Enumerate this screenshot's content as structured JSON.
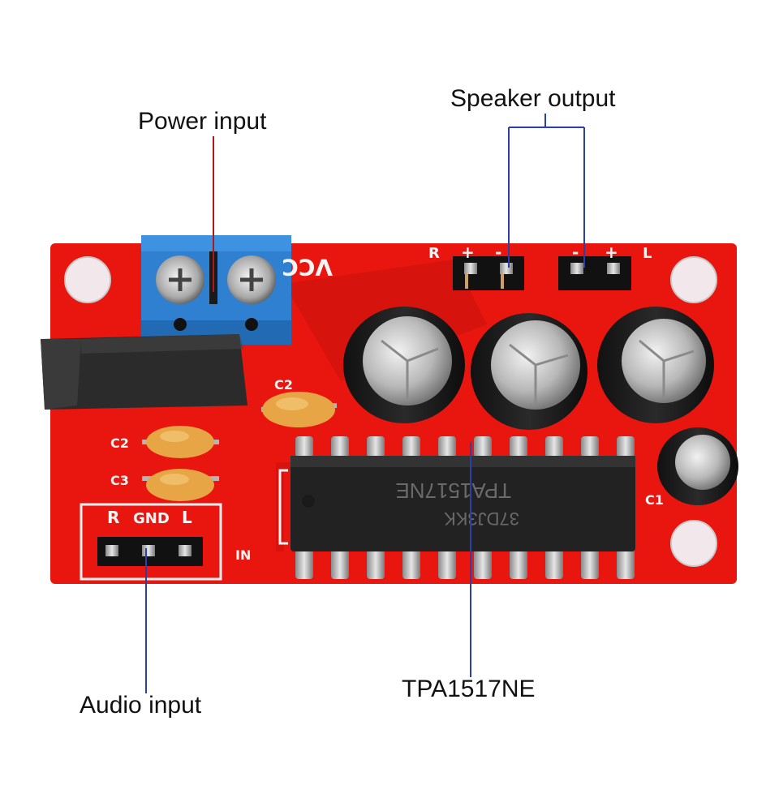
{
  "callouts": {
    "power_input": "Power input",
    "speaker_output": "Speaker output",
    "audio_input": "Audio input",
    "chip": "TPA1517NE"
  },
  "pcb": {
    "vcc": "VCC",
    "r_out": "R",
    "l_out": "L",
    "plus": "+",
    "minus": "-",
    "in_r": "R",
    "in_gnd": "GND",
    "in_l": "L",
    "in_label": "IN",
    "c1": "C1",
    "c2": "C2",
    "c3": "C3",
    "c2_top": "C2",
    "chip_line1": "TPA1517NE",
    "chip_line2": "37DJ3KK"
  },
  "colors": {
    "board": "#e8160f",
    "terminal": "#2f80d0",
    "callout_line_red": "#b01818",
    "callout_line_blue": "#2a3fa8"
  }
}
